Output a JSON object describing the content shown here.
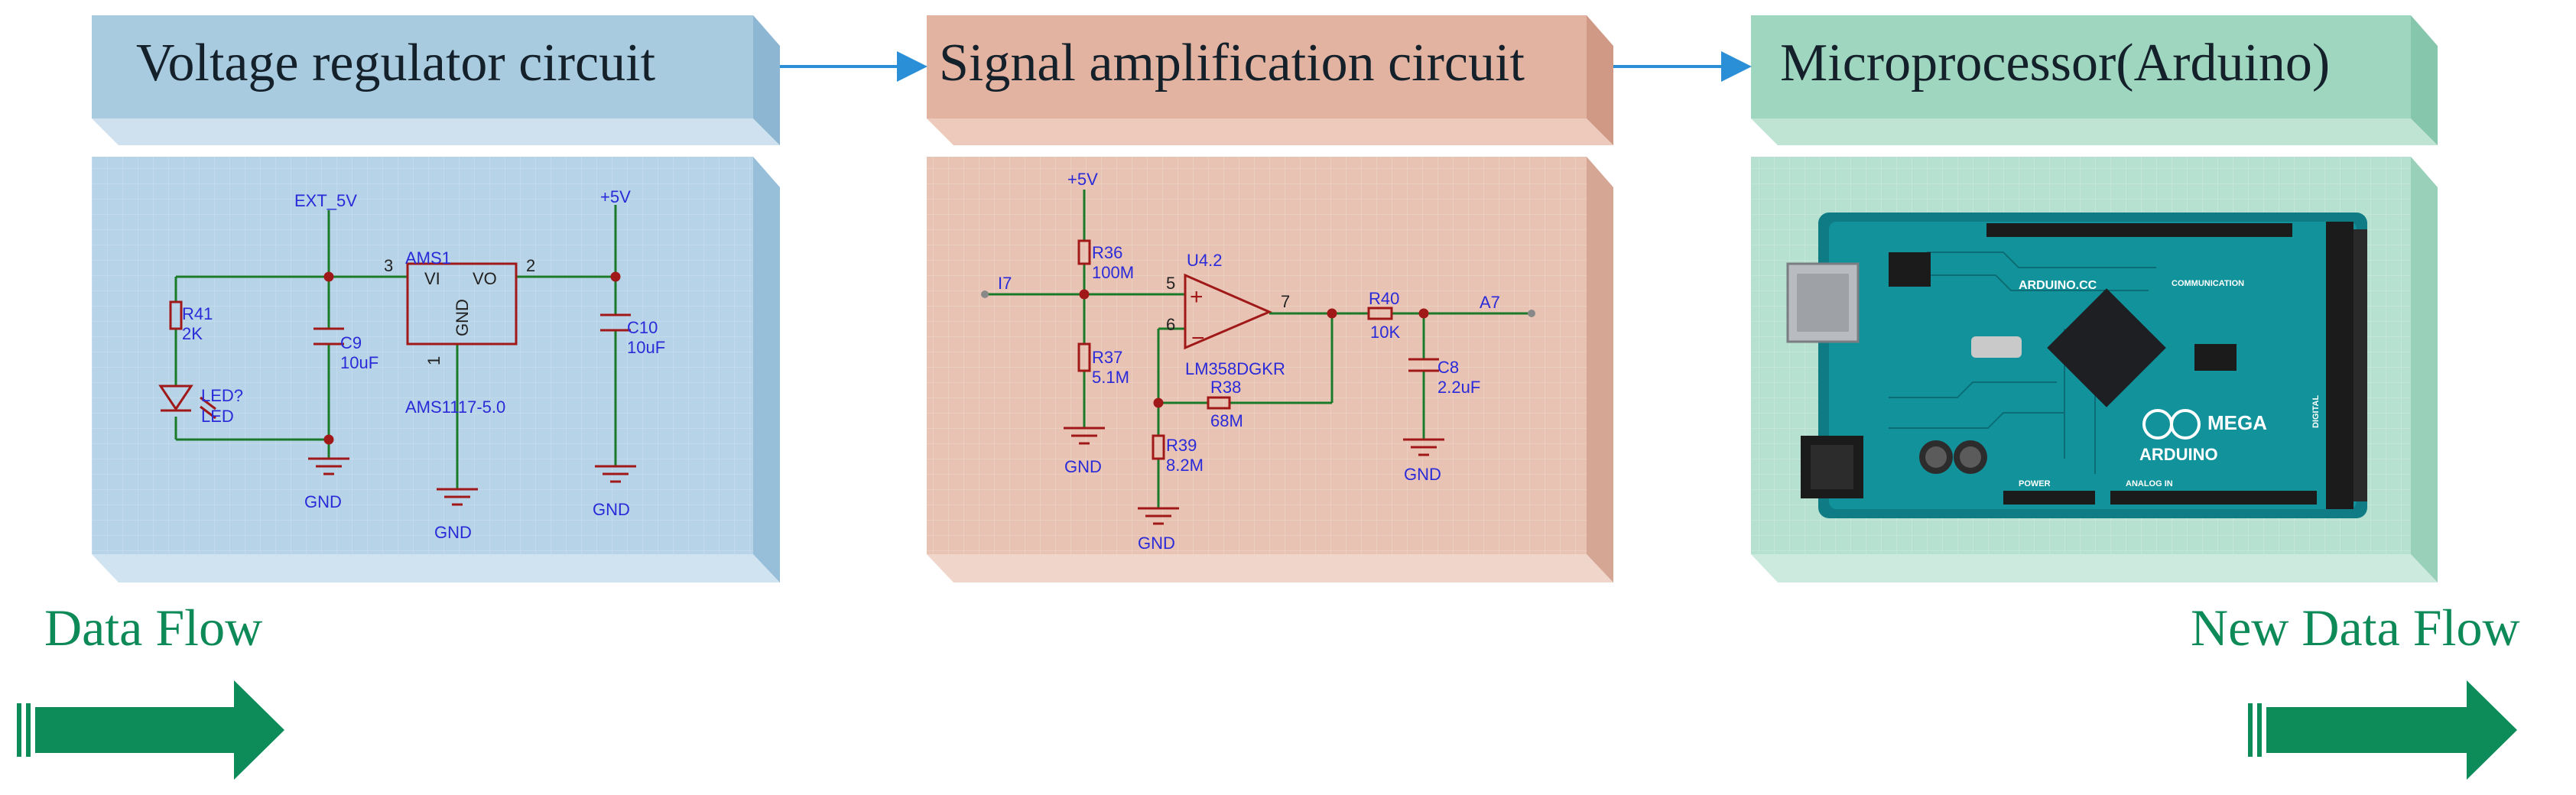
{
  "stages": [
    {
      "title": "Voltage regulator circuit",
      "color": "#a9cbe0"
    },
    {
      "title": "Signal amplification circuit",
      "color": "#e3b3a1"
    },
    {
      "title": "Microprocessor(Arduino)",
      "color": "#9fd6c0"
    }
  ],
  "flow": {
    "left_label": "Data Flow",
    "right_label": "New Data Flow",
    "arrow_color": "#0d8c59"
  },
  "regulator": {
    "ext_label": "EXT_5V",
    "plus5_label": "+5V",
    "ic_name": "AMS1",
    "pin_vi": "VI",
    "pin_vo": "VO",
    "pin_gnd": "GND",
    "pin3": "3",
    "pin2": "2",
    "pin1": "1",
    "ic_part": "AMS1117-5.0",
    "r41": "R41",
    "r41_val": "2K",
    "c9": "C9",
    "c9_val": "10uF",
    "c10": "C10",
    "c10_val": "10uF",
    "led1": "LED?",
    "led2": "LED",
    "gnd": "GND"
  },
  "amplifier": {
    "plus5_label": "+5V",
    "in_label": "I7",
    "out_label": "A7",
    "r36": "R36",
    "r36_val": "100M",
    "r37": "R37",
    "r37_val": "5.1M",
    "u_label": "U4.2",
    "u_part": "LM358DGKR",
    "pin5": "5",
    "pin6": "6",
    "pin7": "7",
    "plus": "+",
    "minus": "−",
    "r38": "R38",
    "r38_val": "68M",
    "r39": "R39",
    "r39_val": "8.2M",
    "r40": "R40",
    "r40_val": "10K",
    "c8": "C8",
    "c8_val": "2.2uF",
    "gnd": "GND"
  },
  "arduino": {
    "brand_cc": "ARDUINO.CC",
    "brand": "ARDUINO",
    "model": "MEGA",
    "communication": "COMMUNICATION",
    "power": "POWER",
    "analog_in": "ANALOG IN",
    "digital": "DIGITAL"
  }
}
